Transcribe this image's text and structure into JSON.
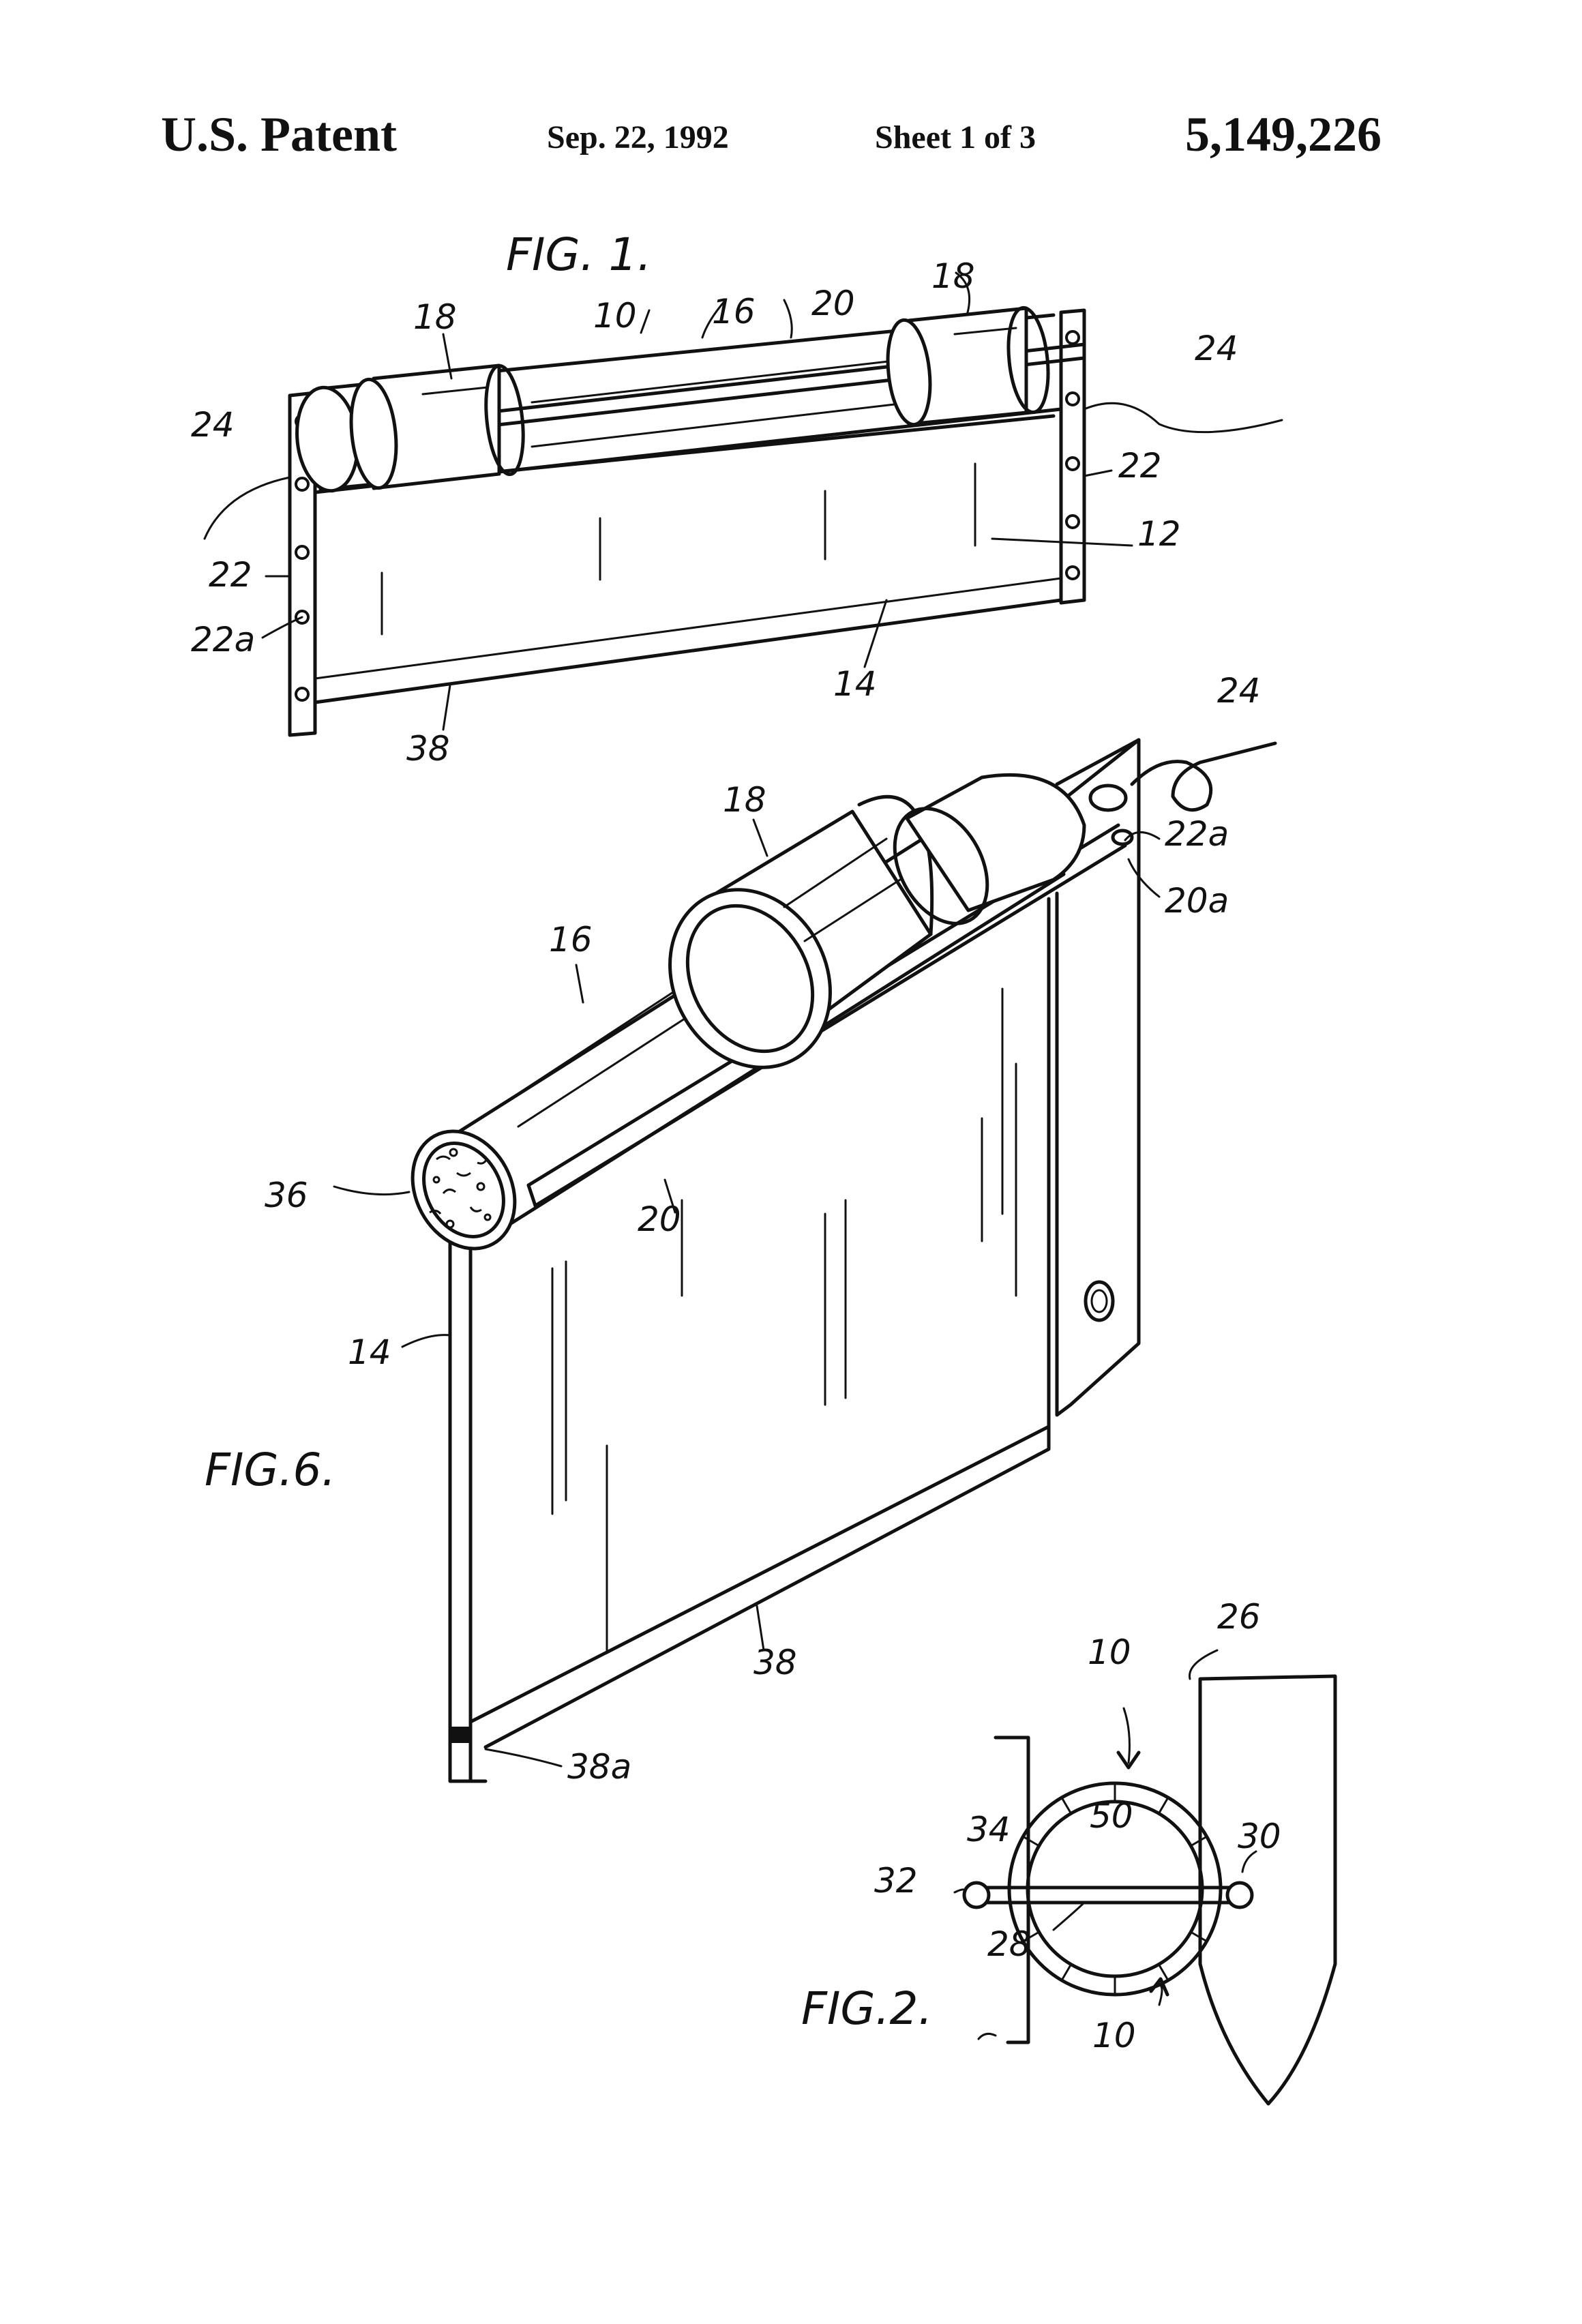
{
  "header": {
    "office": "U.S. Patent",
    "date": "Sep. 22, 1992",
    "sheet": "Sheet 1 of 3",
    "number": "5,149,226"
  },
  "figures": {
    "fig1": {
      "title": "FIG. 1.",
      "refs": {
        "r10": "10",
        "r16": "16",
        "r20": "20",
        "r18a": "18",
        "r18b": "18",
        "r24a": "24",
        "r24b": "24",
        "r22a": "22",
        "r22b": "22",
        "r22c": "22a",
        "r12": "12",
        "r14": "14",
        "r38": "38"
      }
    },
    "fig6": {
      "title": "FIG.6.",
      "refs": {
        "r24": "24",
        "r18": "18",
        "r22a": "22a",
        "r20a": "20a",
        "r16": "16",
        "r36": "36",
        "r20": "20",
        "r14": "14",
        "r38": "38",
        "r38a": "38a"
      }
    },
    "fig2": {
      "title": "FIG.2.",
      "refs": {
        "r26": "26",
        "r10a": "10",
        "r50": "50",
        "r34": "34",
        "r30": "30",
        "r32": "32",
        "r28": "28",
        "r10b": "10"
      }
    }
  }
}
